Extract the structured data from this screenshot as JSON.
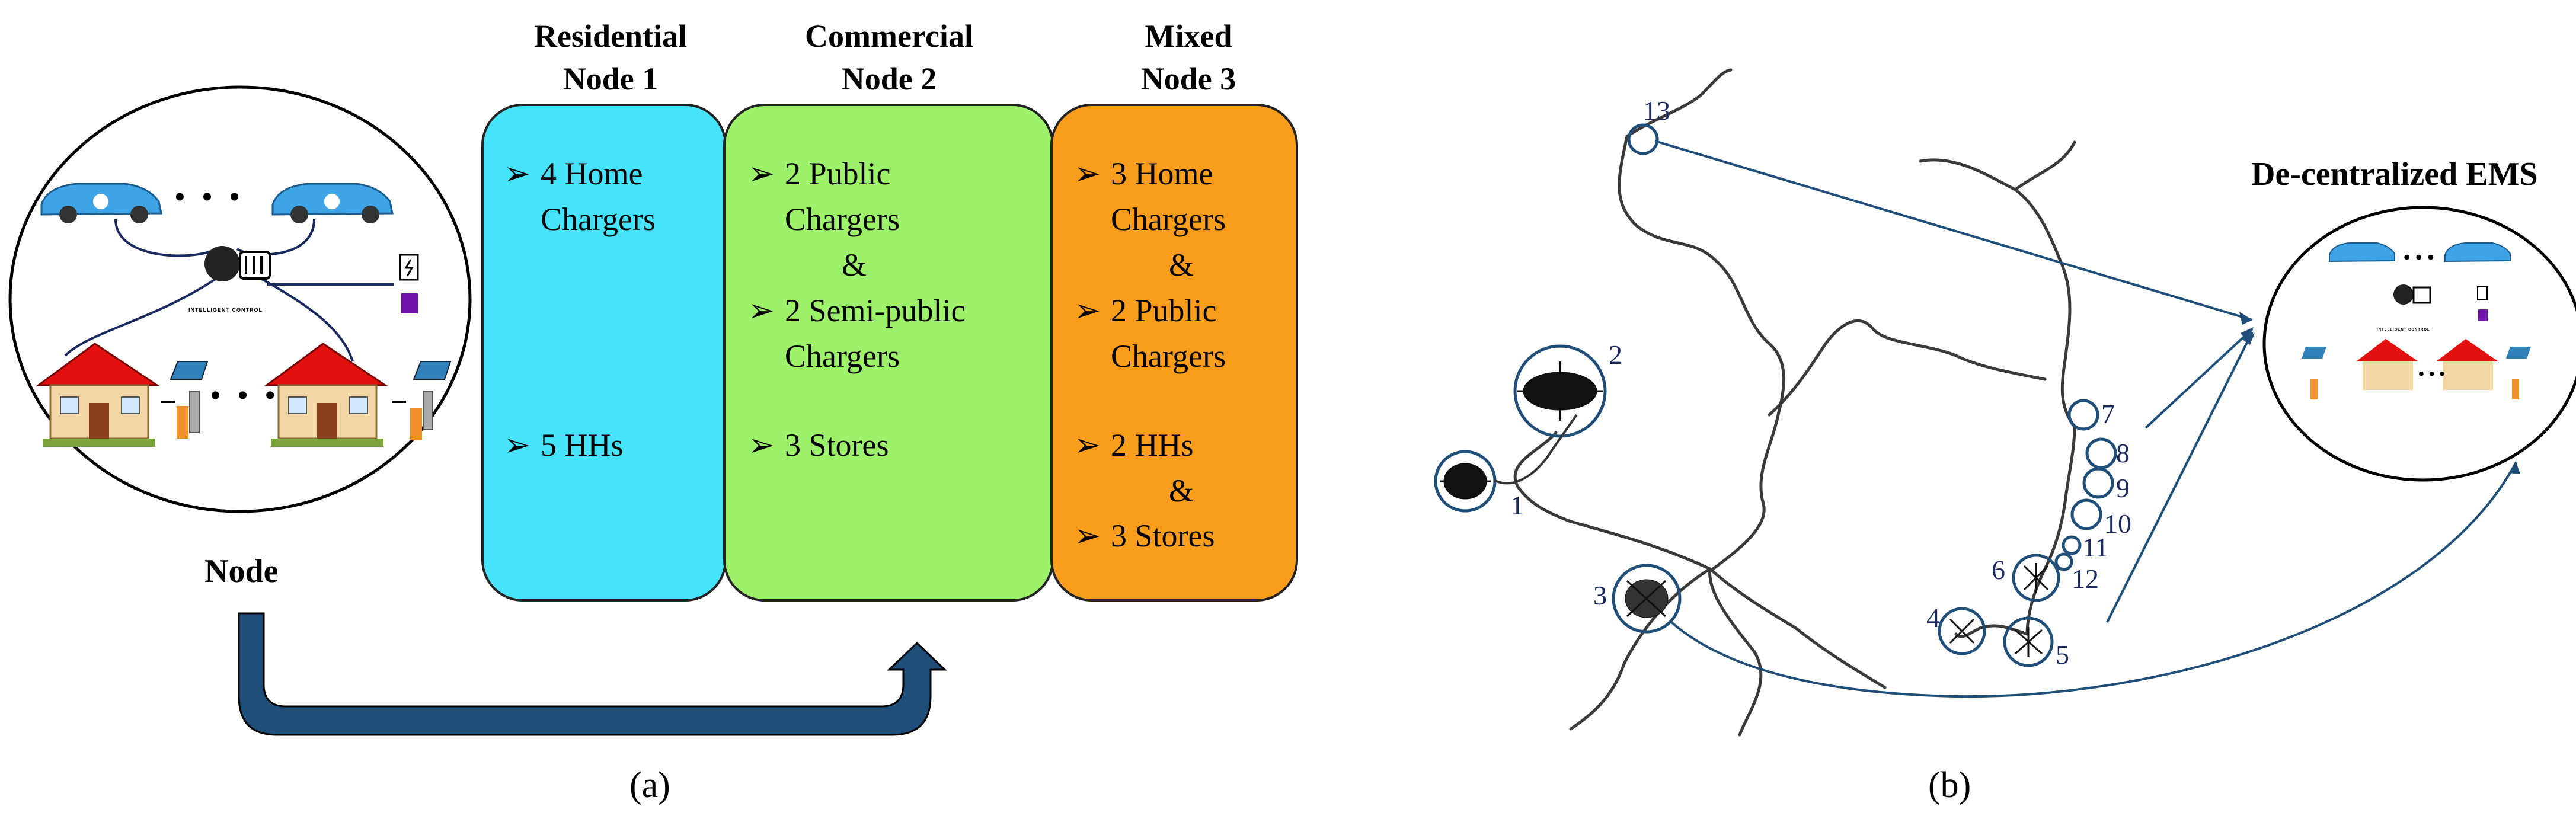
{
  "panel_a": {
    "node_label": "Node",
    "intelligent_control_label": "INTELLIGENT CONTROL",
    "ev_dots": "• • •",
    "house_dots": "• • •",
    "caption": "(a)",
    "nodes": [
      {
        "title_line1": "Residential",
        "title_line2": "Node 1",
        "color": "#47e2fb",
        "items": [
          {
            "line1": "4 Home",
            "line2": "Chargers"
          },
          {
            "line1": "5 HHs"
          }
        ]
      },
      {
        "title_line1": "Commercial",
        "title_line2": "Node 2",
        "color": "#9ef16a",
        "items": [
          {
            "line1": "2 Public",
            "line2": "Chargers",
            "connector": "&"
          },
          {
            "line1": "2 Semi-public",
            "line2": "Chargers"
          },
          {
            "line1": "3 Stores"
          }
        ]
      },
      {
        "title_line1": "Mixed",
        "title_line2": "Node 3",
        "color": "#fa9d1c",
        "items": [
          {
            "line1": "3 Home",
            "line2": "Chargers",
            "connector": "&"
          },
          {
            "line1": "2 Public",
            "line2": "Chargers"
          },
          {
            "line1": "2 HHs",
            "connector": "&"
          },
          {
            "line1": "3 Stores"
          }
        ]
      }
    ],
    "arrow_color": "#1f4e79"
  },
  "panel_b": {
    "ems_title": "De-centralized EMS",
    "intelligent_control_label": "INTELLIGENT CONTROL",
    "caption": "(b)",
    "node_numbers": [
      "1",
      "2",
      "3",
      "4",
      "5",
      "6",
      "7",
      "8",
      "9",
      "10",
      "11",
      "12",
      "13"
    ],
    "link_color": "#1f4e79"
  }
}
